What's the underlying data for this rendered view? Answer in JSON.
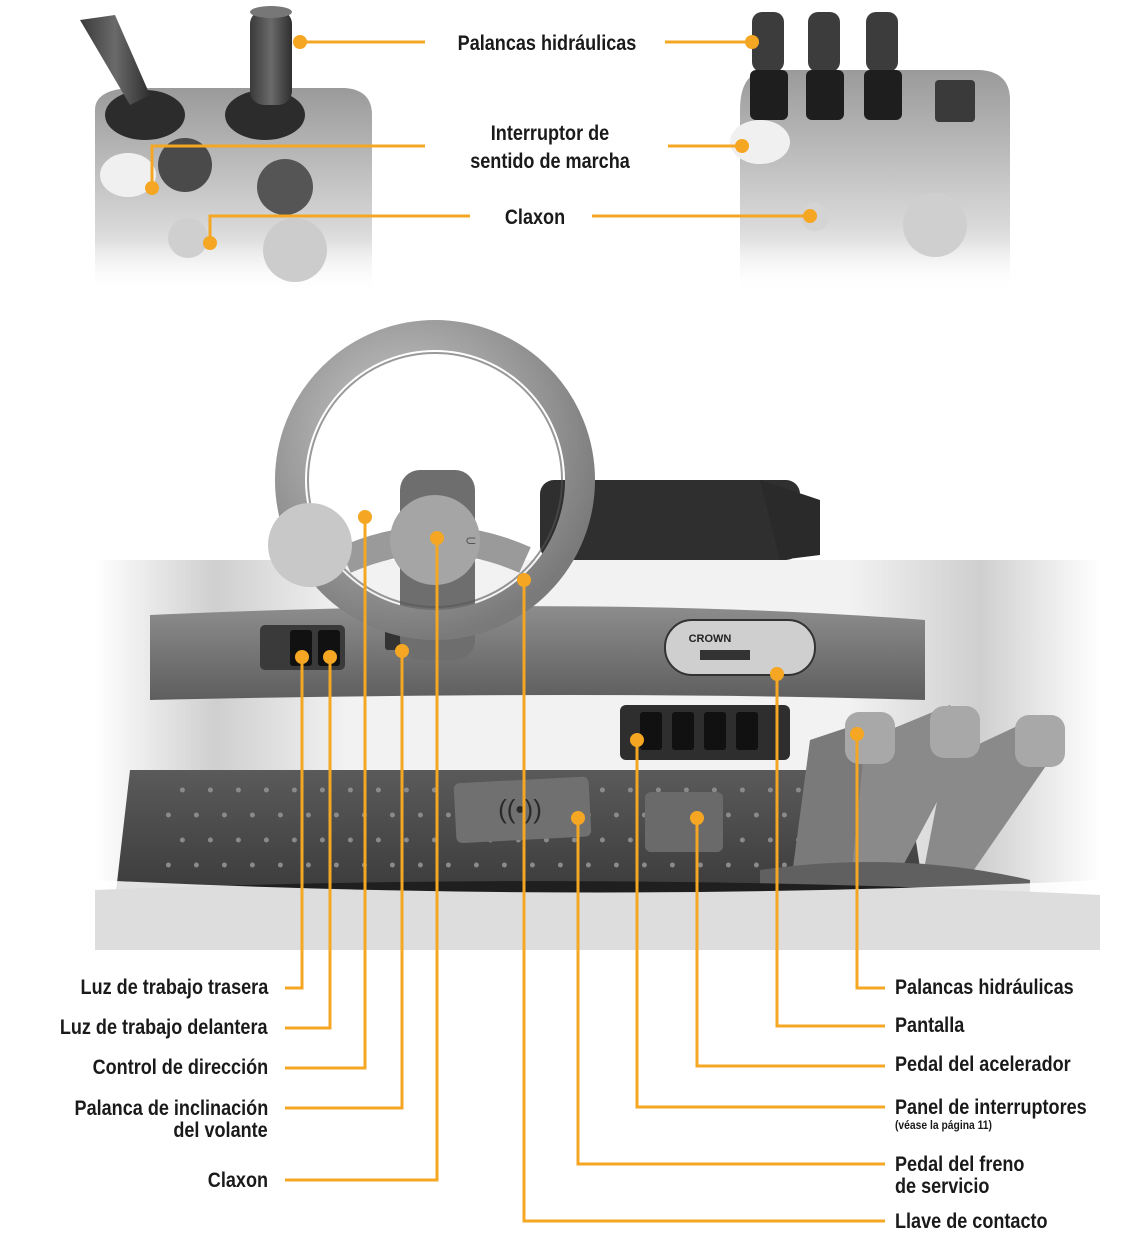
{
  "colors": {
    "leader": "#f5a623",
    "dot": "#f5a623",
    "text": "#1a1a1a",
    "photo_dark": "#5b5b5b",
    "photo_light": "#d9d9d9"
  },
  "top_labels": {
    "hydraulic_levers": "Palancas hidráulicas",
    "direction_switch_line1": "Interruptor de",
    "direction_switch_line2": "sentido de marcha",
    "horn": "Claxon"
  },
  "bottom_left_labels": {
    "rear_work_light": "Luz de trabajo trasera",
    "front_work_light": "Luz de trabajo delantera",
    "steering_control": "Control de dirección",
    "tilt_lever_line1": "Palanca de inclinación",
    "tilt_lever_line2": "del volante",
    "horn": "Claxon"
  },
  "bottom_right_labels": {
    "hydraulic_levers": "Palancas hidráulicas",
    "display": "Pantalla",
    "accelerator_pedal": "Pedal del acelerador",
    "switch_panel": "Panel de interruptores",
    "switch_panel_note": "(véase la página 11)",
    "service_brake_line1": "Pedal del freno",
    "service_brake_line2": "de servicio",
    "ignition_key": "Llave de contacto"
  },
  "photo_text": {
    "brand": "CROWN"
  }
}
